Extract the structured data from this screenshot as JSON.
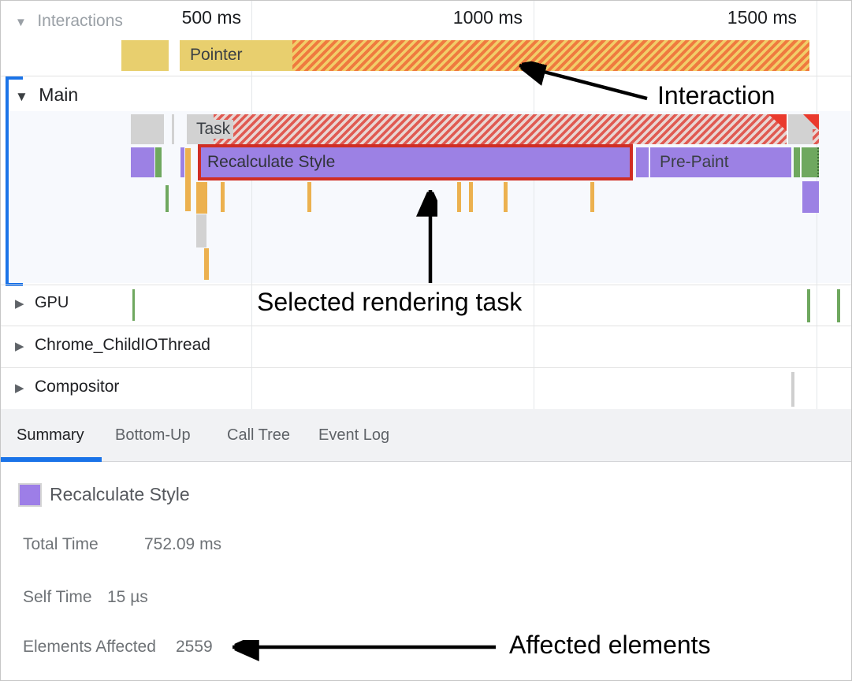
{
  "ruler": {
    "labels": [
      "500 ms",
      "1000 ms",
      "1500 ms"
    ]
  },
  "tracks": {
    "interactions": {
      "label": "Interactions",
      "pointer_label": "Pointer"
    },
    "main": {
      "label": "Main",
      "task_label": "Task",
      "selected_task_label": "Recalculate Style",
      "prepaint_label": "Pre-Paint"
    },
    "gpu": {
      "label": "GPU"
    },
    "childio": {
      "label": "Chrome_ChildIOThread"
    },
    "compositor": {
      "label": "Compositor"
    }
  },
  "tabs": [
    {
      "label": "Summary"
    },
    {
      "label": "Bottom-Up"
    },
    {
      "label": "Call Tree"
    },
    {
      "label": "Event Log"
    }
  ],
  "summary": {
    "event_title": "Recalculate Style",
    "swatch_color": "#9d7ee7",
    "rows": [
      {
        "label": "Total Time",
        "value": "752.09 ms"
      },
      {
        "label": "Self Time",
        "value": "15 µs"
      },
      {
        "label": "Elements Affected",
        "value": "2559"
      }
    ]
  },
  "annotations": {
    "interaction": "Interaction",
    "selected_task": "Selected rendering task",
    "affected_elements": "Affected elements"
  },
  "colors": {
    "accent_blue": "#1a73e8",
    "interaction_yellow": "#e8cf6e",
    "interaction_stripe_orange": "#ef7a3f",
    "task_gray": "#d2d2d2",
    "task_stripe_red": "#e05a52",
    "rendering_purple": "#9c81e4",
    "painting_green": "#6fa85f",
    "script_orange": "#ecb14f",
    "selection_red": "#d02e24"
  }
}
